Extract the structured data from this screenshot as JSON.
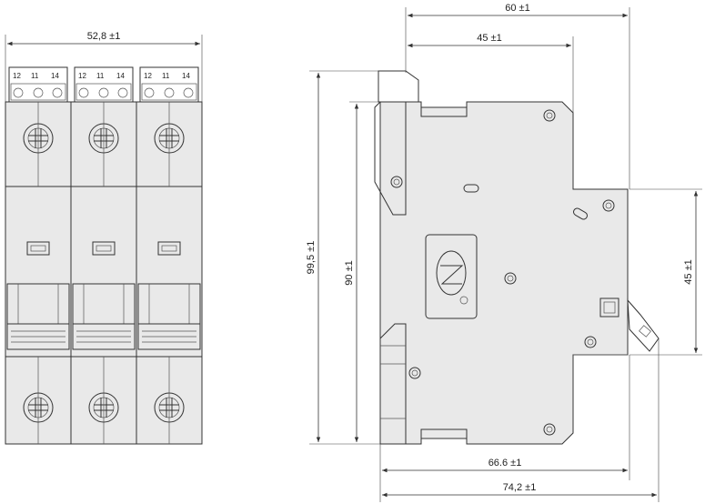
{
  "dimensions": {
    "front_width": "52,8 ±1",
    "side_top_width": "60 ±1",
    "side_inner_width": "45 ±1",
    "side_height_overall": "99,5 ±1",
    "side_height_body": "90 ±1",
    "side_right_height": "45 ±1",
    "side_bottom_inner": "66.6 ±1",
    "side_bottom_overall": "74,2 ±1"
  },
  "terminal_labels": [
    "12",
    "11",
    "14"
  ],
  "colors": {
    "line": "#333333",
    "body": "#e9e9e9",
    "background": "#ffffff"
  }
}
